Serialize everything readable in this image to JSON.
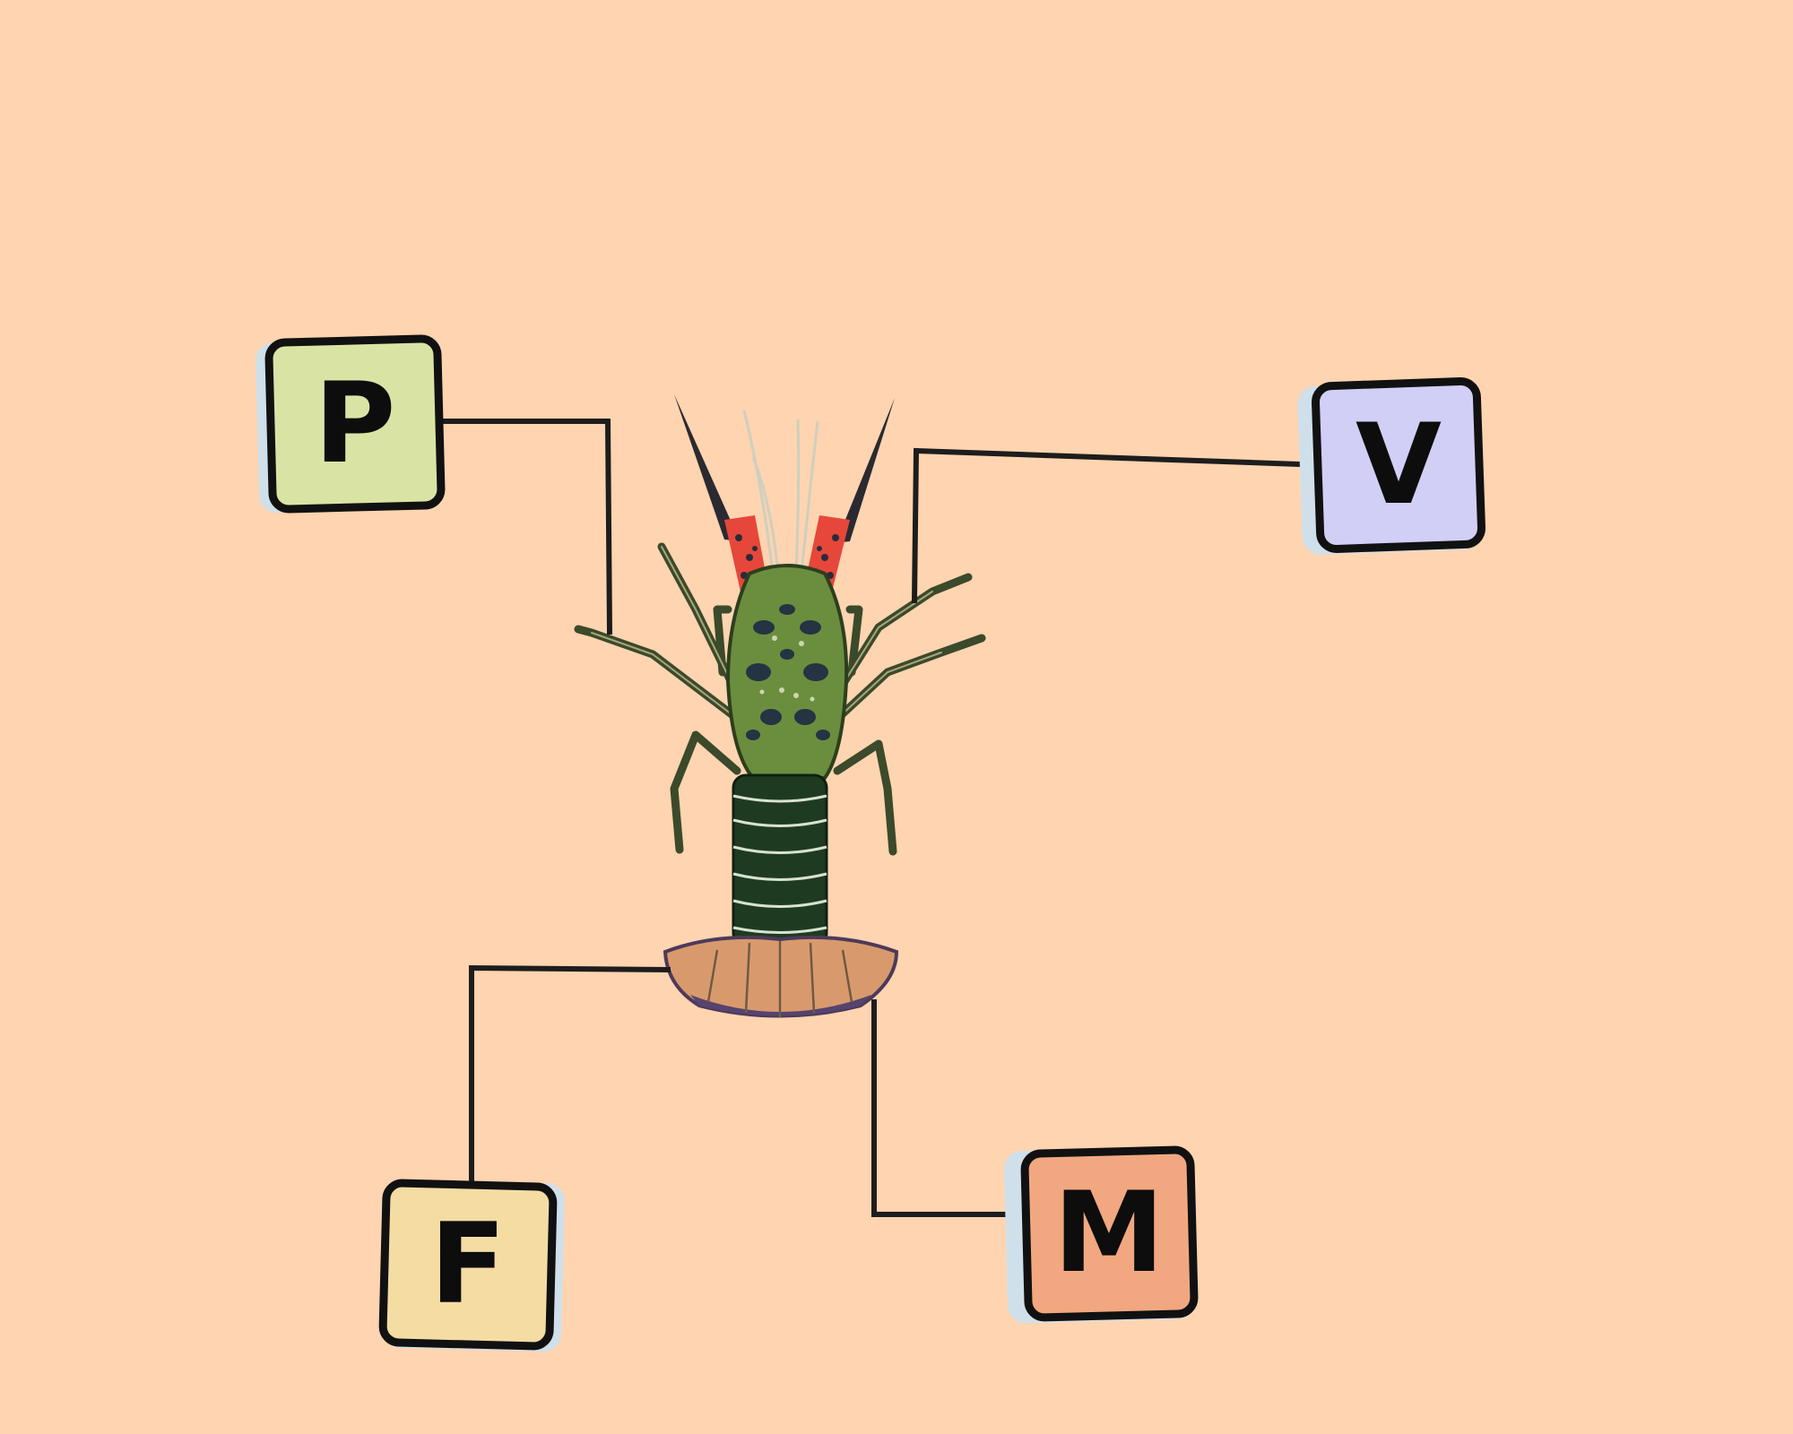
{
  "colors": {
    "background": "#FFD4B0",
    "box_shadow": "#CFE0EA",
    "line": "#1d1d1d"
  },
  "subject": {
    "icon": "spiny-lobster-icon"
  },
  "labels": [
    {
      "id": "p",
      "letter": "P",
      "fill": "#D9E4A4"
    },
    {
      "id": "v",
      "letter": "V",
      "fill": "#D2CFF6"
    },
    {
      "id": "f",
      "letter": "F",
      "fill": "#F4DCA3"
    },
    {
      "id": "m",
      "letter": "M",
      "fill": "#F1A880"
    }
  ]
}
